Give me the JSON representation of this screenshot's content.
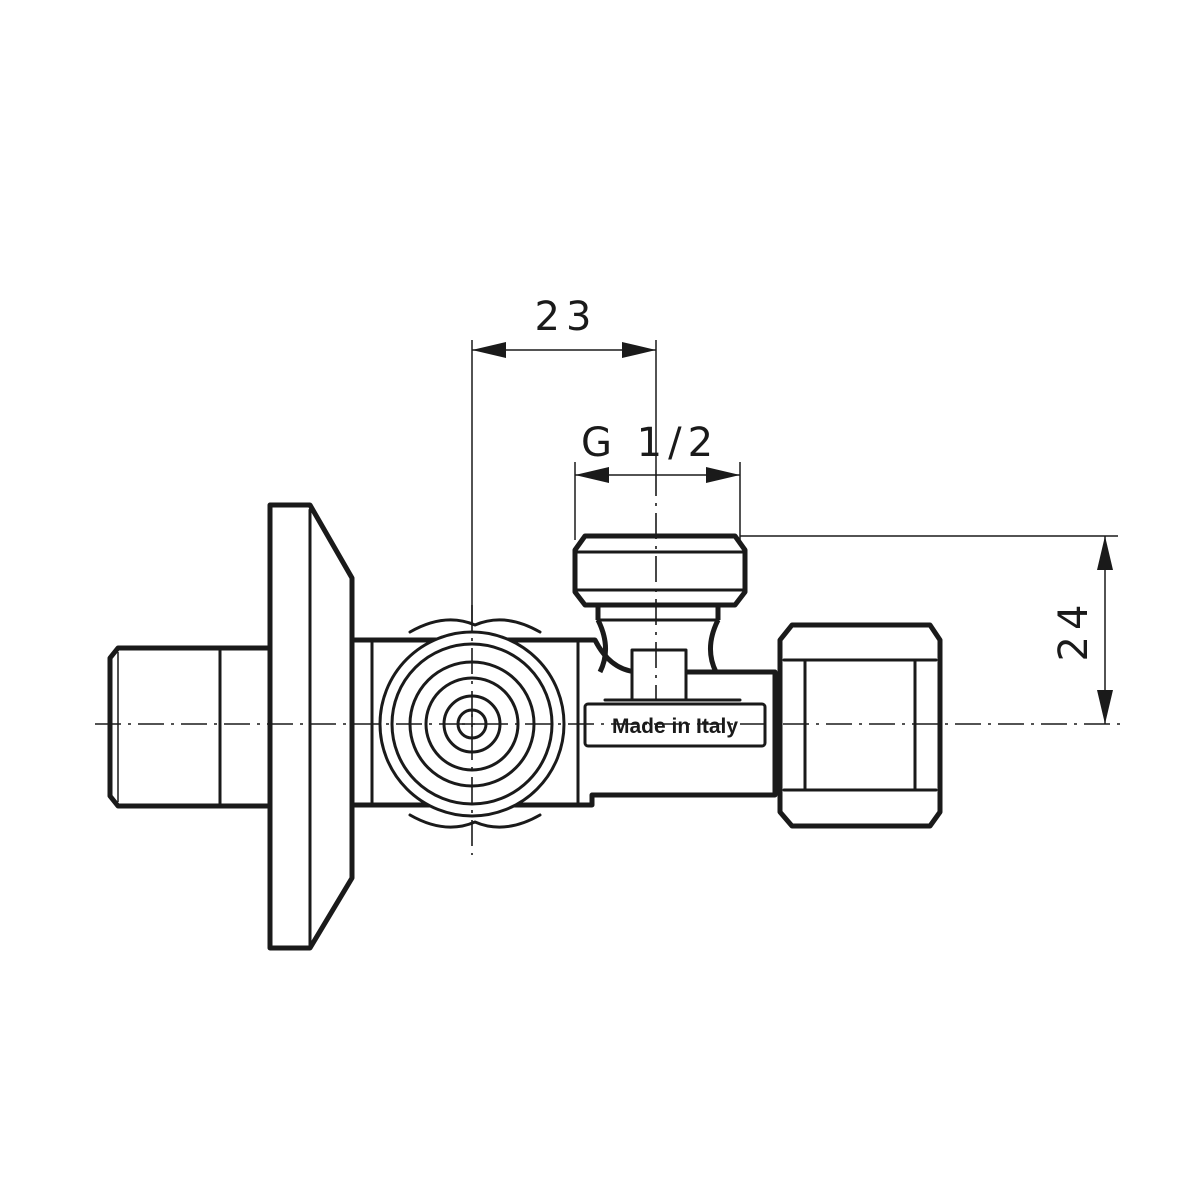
{
  "dimensions": {
    "offset_label": "23",
    "thread_label": "G 1/2",
    "height_label": "24"
  },
  "body_marking": "Made in Italy"
}
